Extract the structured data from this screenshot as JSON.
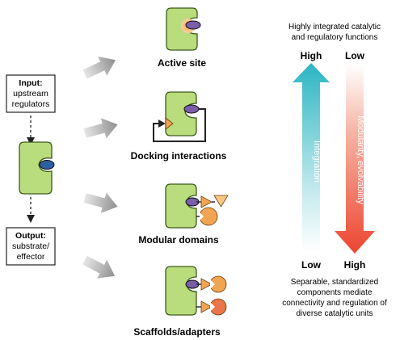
{
  "left": {
    "input_title": "Input:",
    "input_lines": [
      "upstream",
      "regulators"
    ],
    "output_title": "Output:",
    "output_lines": [
      "substrate/",
      "effector"
    ]
  },
  "mechanisms": [
    {
      "label": "Active site"
    },
    {
      "label": "Docking interactions"
    },
    {
      "label": "Modular domains"
    },
    {
      "label": "Scaffolds/adapters"
    }
  ],
  "right": {
    "top_text": [
      "Highly integrated catalytic",
      "and regulatory functions"
    ],
    "integration_high": "High",
    "integration_low": "Low",
    "modularity_low": "Low",
    "modularity_high": "High",
    "integration_label": "Integration",
    "modularity_label": "Modularity, evolvability",
    "bottom_text": [
      "Separable, standardized",
      "components mediate",
      "connectivity and regulation of",
      "diverse catalytic units"
    ]
  },
  "colors": {
    "enzyme_green": "#b9dc7d",
    "enzyme_stroke": "#3e5a1c",
    "effector_orange": "#f0a552",
    "purple_knob": "#7a5ea8",
    "blue_knob": "#2c5fa0",
    "teal_arrow": "#28b4c0",
    "red_arrow": "#ee4a36"
  }
}
